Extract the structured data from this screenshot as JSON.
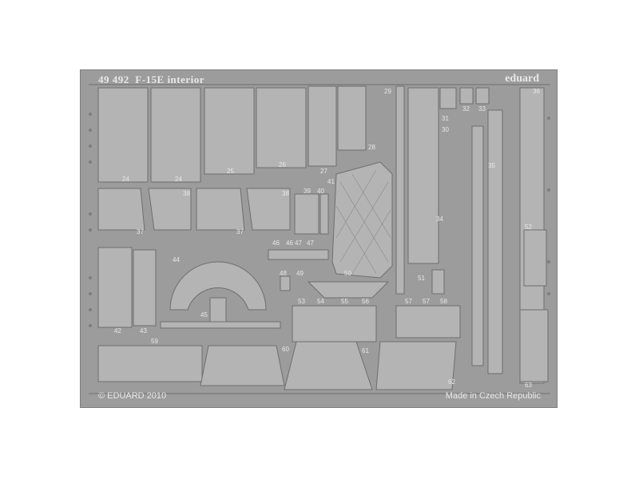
{
  "header": {
    "part_code": "49 492",
    "title": "F-15E interior",
    "brand": "eduard"
  },
  "footer": {
    "copyright": "© EDUARD 2010",
    "made_in": "Made in Czech Republic"
  },
  "part_numbers": [
    "24",
    "24",
    "25",
    "26",
    "27",
    "28",
    "29",
    "30",
    "31",
    "32",
    "33",
    "34",
    "35",
    "36",
    "37",
    "37",
    "38",
    "38",
    "39",
    "40",
    "41",
    "42",
    "43",
    "44",
    "45",
    "46",
    "46",
    "47",
    "47",
    "48",
    "49",
    "50",
    "51",
    "52",
    "53",
    "54",
    "55",
    "56",
    "57",
    "57",
    "58",
    "59",
    "60",
    "61",
    "62",
    "63"
  ],
  "colors": {
    "fret": "#9c9c9c",
    "part": "#b4b4b4",
    "etch_line": "#6e6e6e",
    "highlight": "#e8e8e8"
  }
}
